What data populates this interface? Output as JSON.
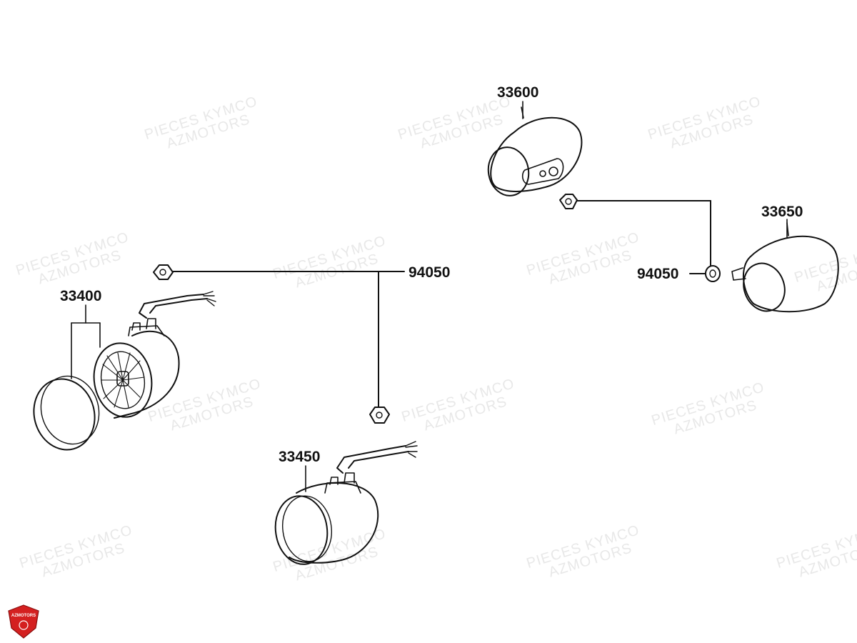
{
  "watermark": {
    "line1": "PIECES KYMCO",
    "line2": "AZMOTORS"
  },
  "logo": {
    "text": "AZMOTORS",
    "color": "#d42020"
  },
  "parts": {
    "p33600": "33600",
    "p33650": "33650",
    "p33400": "33400",
    "p33450": "33450",
    "p94050_left": "94050",
    "p94050_right": "94050"
  },
  "colors": {
    "line": "#111111",
    "watermark": "#e6e6e6",
    "logo": "#d42020"
  }
}
